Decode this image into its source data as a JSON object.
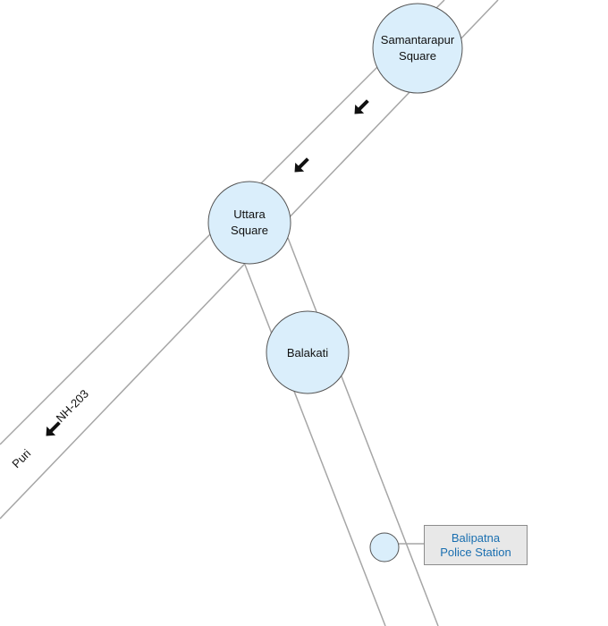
{
  "junctions": {
    "samantarapur": [
      "Samantarapur",
      "Square"
    ],
    "uttara": [
      "Uttara",
      "Square"
    ],
    "balakati": [
      "Balakati"
    ]
  },
  "road": {
    "name": "NH-203",
    "destination": "Puri"
  },
  "landmark": {
    "line1": "Balipatna",
    "line2": "Police Station"
  },
  "colors": {
    "junction_fill": "#daeefb",
    "road_edge": "#a6a6a6",
    "landmark_text": "#1a6fb0",
    "landmark_bg": "#e8e8e8"
  }
}
